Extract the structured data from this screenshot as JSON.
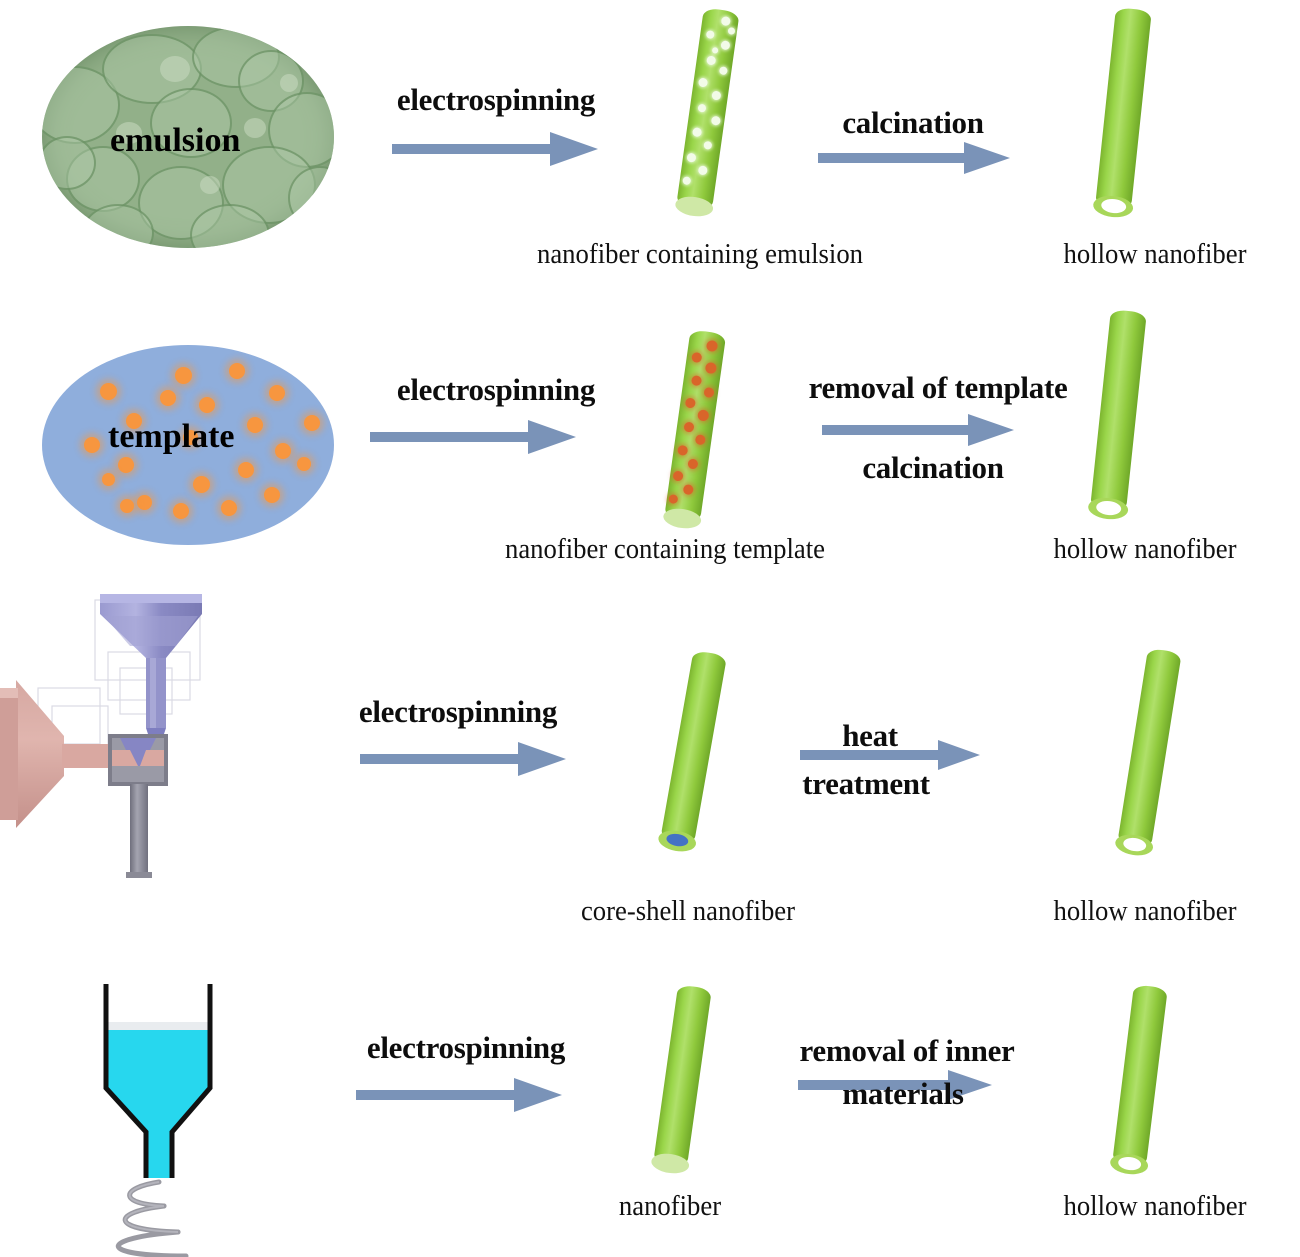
{
  "figure": {
    "title": "Four routes to hollow nanofibers by electrospinning",
    "colors": {
      "fiber_green": "#8fc93c",
      "arrow_blue": "#7a93b8",
      "emulsion_green": "#92b089",
      "template_blue": "#8faedc",
      "template_dot_orange": "#f7963f",
      "core_blue": "#4472c4",
      "spinneret_purple": "#8d8dc6",
      "spinneret_pink": "#d8a09a",
      "syringe_cyan": "#27d7ee",
      "needle_gray": "#8b8b95",
      "text_black": "#0d0d0d"
    }
  },
  "rows": [
    {
      "id": "emulsion-route",
      "source_label": "emulsion",
      "step1_label": "electrospinning",
      "step2_label": "calcination",
      "step2_label_line2": "",
      "middle_caption": "nanofiber containing emulsion",
      "result_caption": "hollow nanofiber",
      "middle_fiber_type": "porous",
      "result_fiber_type": "hollow"
    },
    {
      "id": "template-route",
      "source_label": "template",
      "step1_label": "electrospinning",
      "step2_label": "removal of template",
      "step2_label_line2": "calcination",
      "middle_caption": "nanofiber containing template",
      "result_caption": "hollow nanofiber",
      "middle_fiber_type": "template-filled",
      "result_fiber_type": "hollow"
    },
    {
      "id": "coaxial-route",
      "source_label": "",
      "step1_label": "electrospinning",
      "step2_label": "heat",
      "step2_label_line2": "treatment",
      "middle_caption": "core-shell nanofiber",
      "result_caption": "hollow nanofiber",
      "middle_fiber_type": "core-shell",
      "result_fiber_type": "hollow"
    },
    {
      "id": "single-nozzle-route",
      "source_label": "",
      "step1_label": "electrospinning",
      "step2_label": "removal of inner",
      "step2_label_line2": "materials",
      "middle_caption": "nanofiber",
      "result_caption": "hollow nanofiber",
      "middle_fiber_type": "solid",
      "result_fiber_type": "hollow"
    }
  ],
  "icons": {
    "arrow": "right-arrow-icon",
    "emulsion_blob": "emulsion-ellipse-icon",
    "template_blob": "template-ellipse-icon",
    "coaxial_spinneret": "coaxial-spinneret-icon",
    "syringe": "syringe-nozzle-icon",
    "jet_spiral": "electrospinning-jet-spiral-icon",
    "porous_fiber": "porous-nanofiber-icon",
    "template_fiber": "template-filled-nanofiber-icon",
    "core_shell_fiber": "core-shell-nanofiber-icon",
    "solid_fiber": "solid-nanofiber-icon",
    "hollow_fiber": "hollow-nanofiber-icon"
  }
}
